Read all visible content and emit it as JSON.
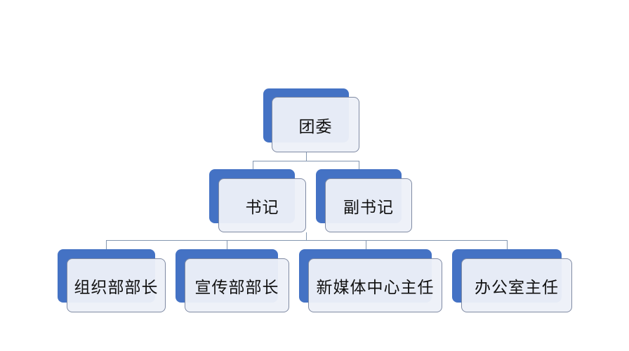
{
  "diagram": {
    "type": "org-chart",
    "colors": {
      "accent_blue": "#4472C4",
      "box_fill": "#EDF0F8",
      "box_border": "#7F8AA3",
      "connector": "#8497B0",
      "text": "#111111"
    },
    "root": {
      "label": "团委"
    },
    "level2": [
      {
        "label": "书记"
      },
      {
        "label": "副书记"
      }
    ],
    "level3": [
      {
        "label": "组织部部长"
      },
      {
        "label": "宣传部部长"
      },
      {
        "label": "新媒体中心主任"
      },
      {
        "label": "办公室主任"
      }
    ]
  }
}
